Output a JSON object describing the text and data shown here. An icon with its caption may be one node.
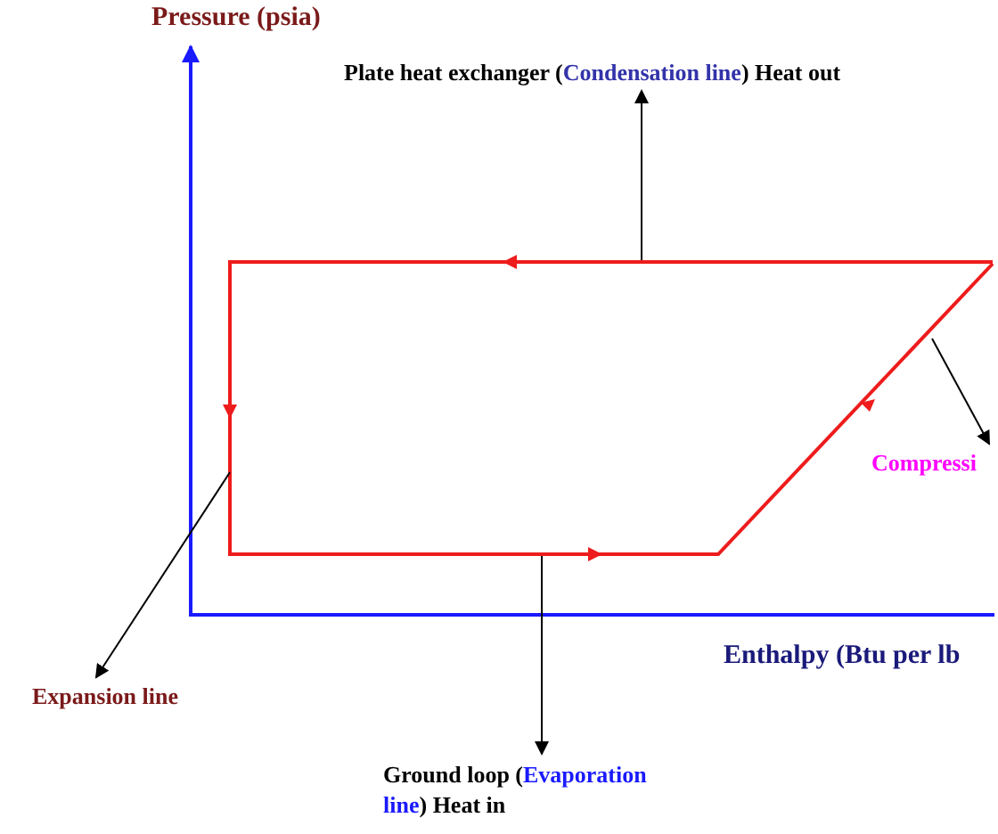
{
  "diagram": {
    "nodes": [
      {
        "text": [
          "Plate heat exchanger (Condensation line) Heat out"
        ]
      },
      {
        "text": [
          "Compressi"
        ]
      },
      {
        "text": [
          "Expansion line"
        ]
      },
      {
        "text": [
          "Ground loop (Evaporation line) Heat in"
        ]
      }
    ],
    "edges": [
      {
        "from": null,
        "to": 0,
        "arrow": "to"
      },
      {
        "from": null,
        "to": 1,
        "arrow": "to"
      },
      {
        "from": null,
        "to": 2,
        "arrow": "to"
      },
      {
        "from": null,
        "to": 3,
        "arrow": "to"
      }
    ],
    "labels": [
      "Pressure (psia)",
      "Enthalpy (Btu per lb"
    ]
  }
}
